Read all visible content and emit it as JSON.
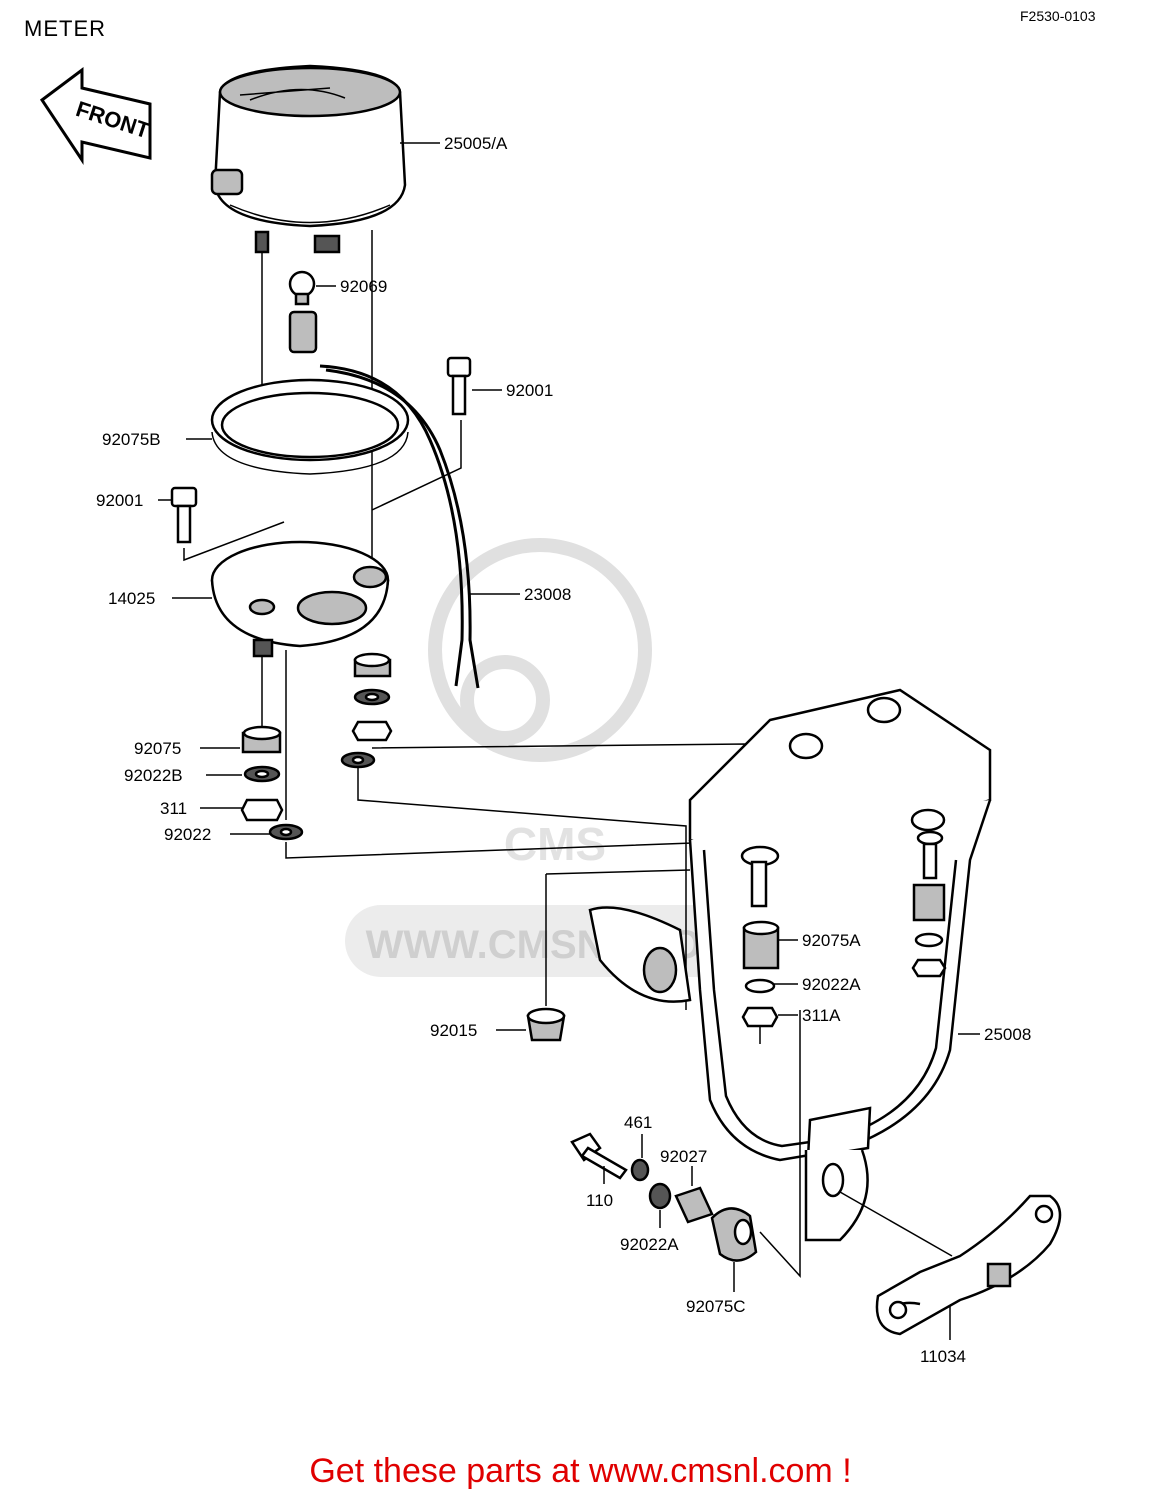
{
  "header": {
    "title": "METER",
    "code": "F2530-0103"
  },
  "front_label": "FRONT",
  "watermark": {
    "url_text": "WWW.CMSNL.COM",
    "logo_text": "CMS"
  },
  "labels": {
    "p25005A": "25005/A",
    "p92069": "92069",
    "p92001a": "92001",
    "p92075B": "92075B",
    "p92001b": "92001",
    "p14025": "14025",
    "p23008": "23008",
    "p92075": "92075",
    "p92022B": "92022B",
    "p311": "311",
    "p92022": "92022",
    "p92075A": "92075A",
    "p92022A": "92022A",
    "p311A": "311A",
    "p25008": "25008",
    "p92015": "92015",
    "p461": "461",
    "p92027": "92027",
    "p110": "110",
    "p92022A2": "92022A",
    "p92075C": "92075C",
    "p11034": "11034"
  },
  "footer": {
    "cta": "Get these parts at www.cmsnl.com !"
  }
}
